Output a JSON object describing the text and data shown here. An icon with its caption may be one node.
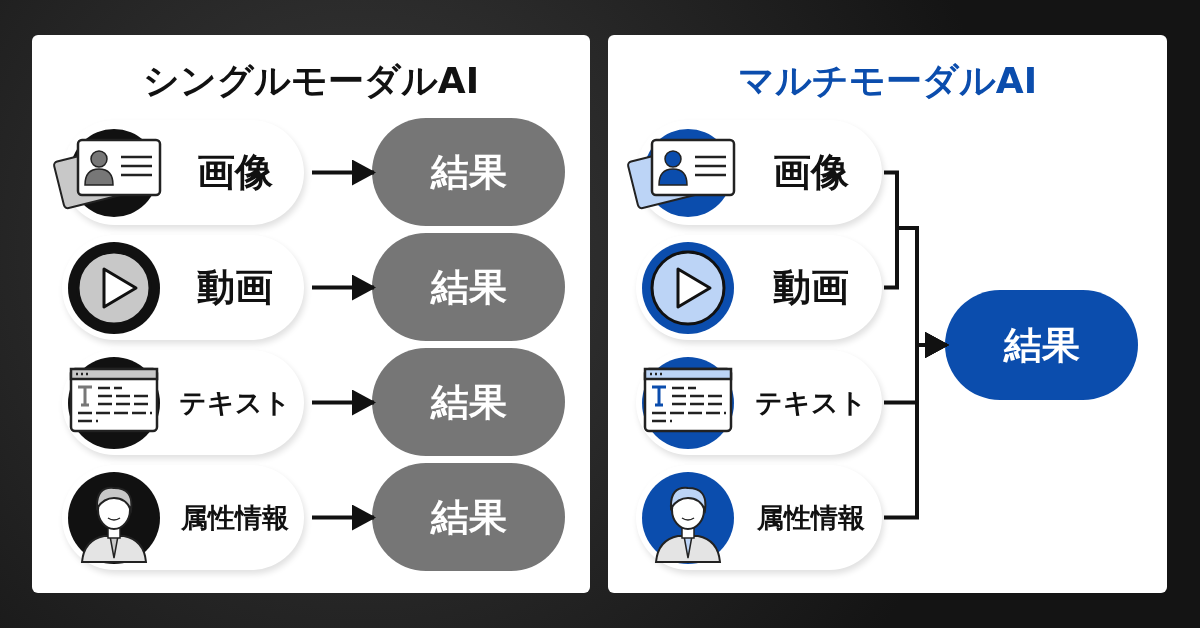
{
  "diagram": {
    "nodes": [
      {
        "text": [
          "シングルモーダルAI"
        ]
      },
      {
        "text": [
          "画像"
        ],
        "in": 0
      },
      {
        "text": [
          "動画"
        ],
        "in": 0
      },
      {
        "text": [
          "テキスト"
        ],
        "in": 0
      },
      {
        "text": [
          "属性情報"
        ],
        "in": 0
      },
      {
        "text": [
          "結果"
        ],
        "in": 0
      },
      {
        "text": [
          "結果"
        ],
        "in": 0
      },
      {
        "text": [
          "結果"
        ],
        "in": 0
      },
      {
        "text": [
          "結果"
        ],
        "in": 0
      },
      {
        "text": [
          "マルチモーダルAI"
        ]
      },
      {
        "text": [
          "画像"
        ],
        "in": 9
      },
      {
        "text": [
          "動画"
        ],
        "in": 9
      },
      {
        "text": [
          "テキスト"
        ],
        "in": 9
      },
      {
        "text": [
          "属性情報"
        ],
        "in": 9
      },
      {
        "text": [
          "結果"
        ],
        "in": 9
      }
    ],
    "edges": [
      {
        "from": 1,
        "to": 5,
        "arrow": "to"
      },
      {
        "from": 2,
        "to": 6,
        "arrow": "to"
      },
      {
        "from": 3,
        "to": 7,
        "arrow": "to"
      },
      {
        "from": 4,
        "to": 8,
        "arrow": "to"
      },
      {
        "from": 10,
        "to": 14,
        "arrow": "to"
      },
      {
        "from": 11,
        "to": 14,
        "arrow": "to"
      },
      {
        "from": 12,
        "to": 14,
        "arrow": "to"
      },
      {
        "from": 13,
        "to": 14,
        "arrow": "to"
      }
    ]
  }
}
